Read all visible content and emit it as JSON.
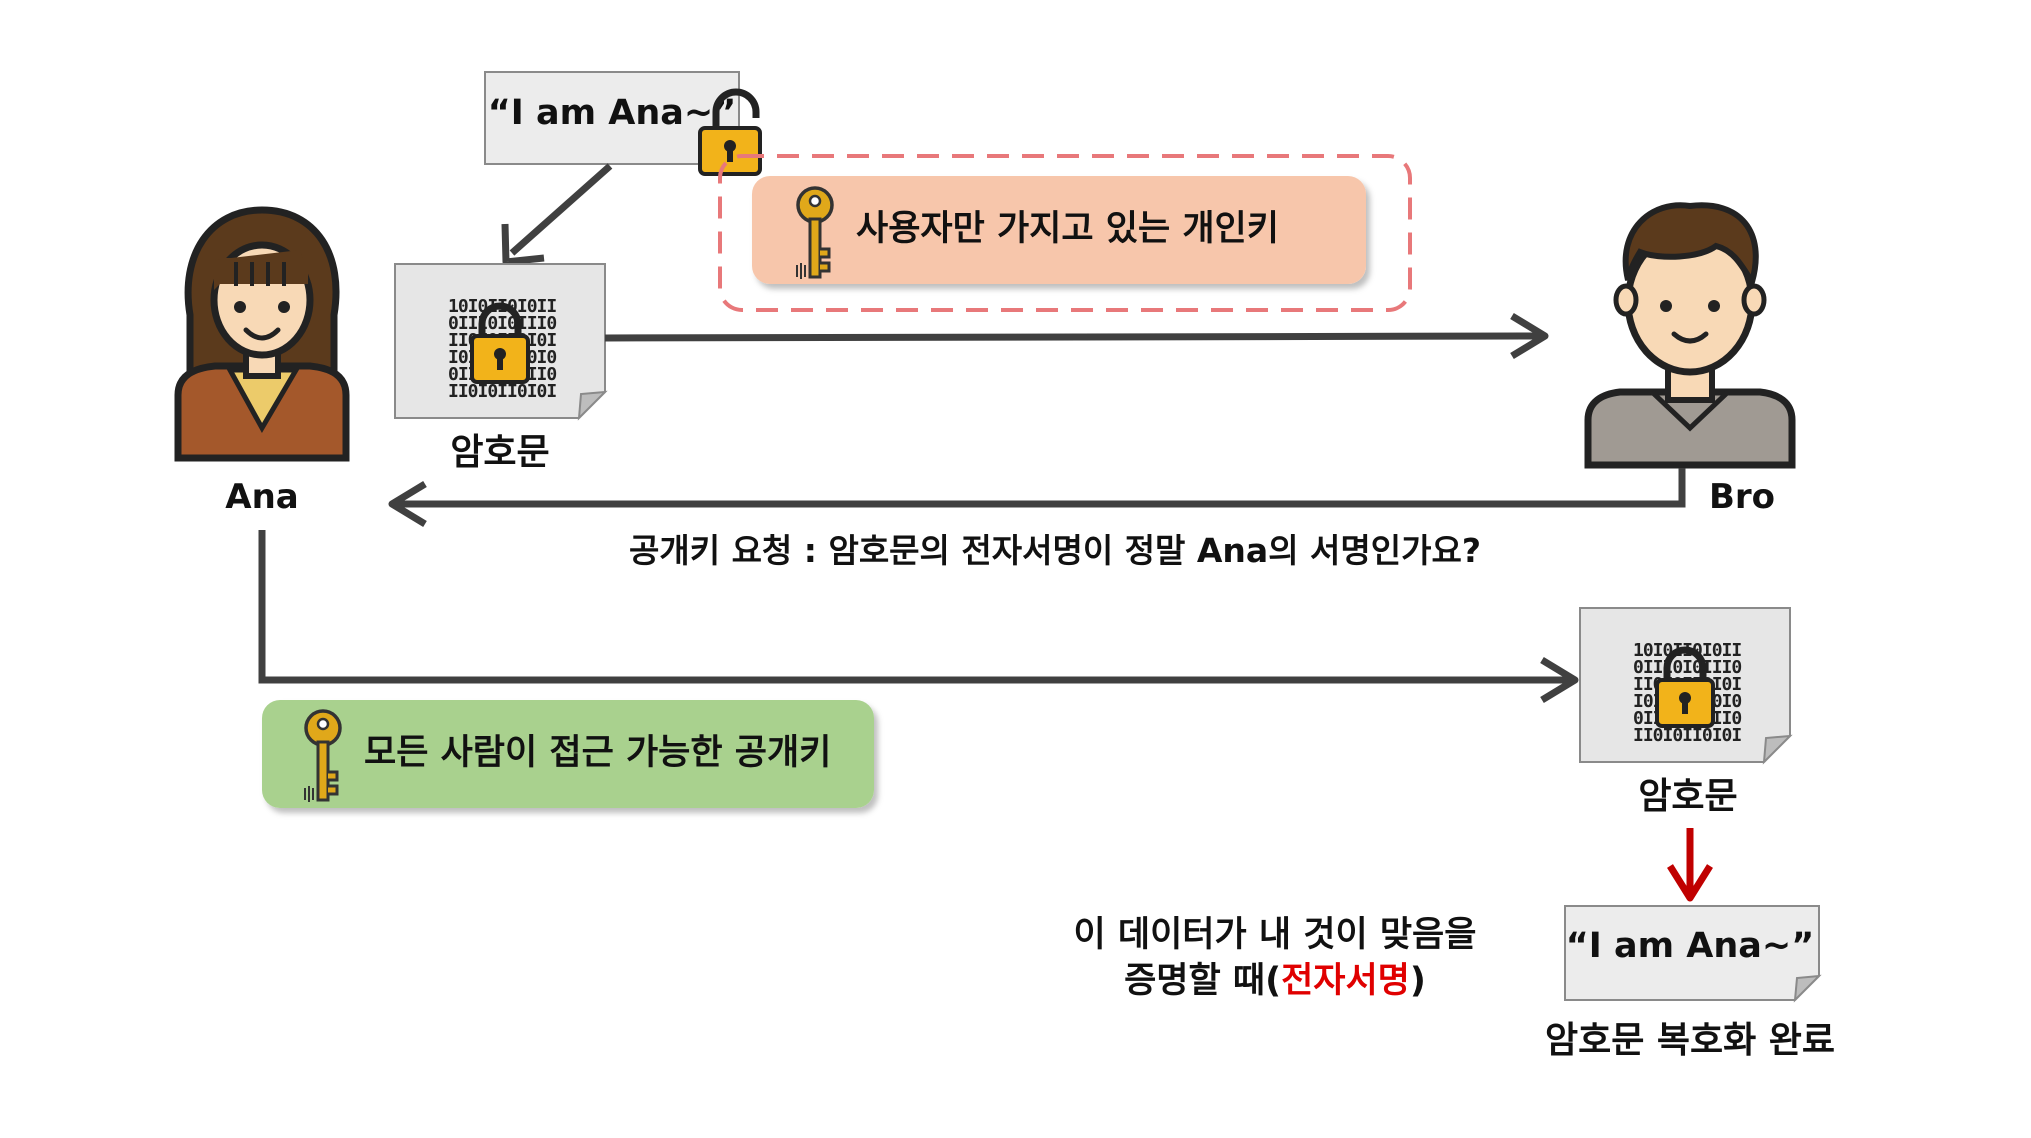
{
  "plaintext_top": "“I am Ana~”",
  "private_key_label": "사용자만 가지고 있는 개인키",
  "ciphertext_label_left": "암호문",
  "sender_name": "Ana",
  "receiver_name": "Bro",
  "request_label": "공개키 요청 : 암호문의 전자서명이 정말 Ana의 서명인가요?",
  "public_key_label": "모든 사람이 접근 가능한 공개키",
  "ciphertext_label_right": "암호문",
  "plaintext_bottom": "“I am Ana~”",
  "decrypted_label": "암호문 복호화 완료",
  "note_line1": "이 데이터가 내 것이 맞음을",
  "note_line2_prefix": "증명할 때(",
  "note_line2_highlight": "전자서명",
  "note_line2_suffix": ")",
  "binary_rows": [
    "10I0II0I0II",
    "0III0I0III0",
    "II0I0II0I0I",
    "I0I0IIII0I0",
    "0II0II0III0",
    "II0I0II0I0I"
  ],
  "colors": {
    "private_key_box": "#f7c6ab",
    "private_key_border": "#e8787a",
    "public_key_box": "#a9d18e",
    "arrow": "#404040",
    "red_arrow": "#c00000",
    "highlight_text": "#e00000",
    "lock": "#f2b31a",
    "key": "#e0a81a"
  }
}
